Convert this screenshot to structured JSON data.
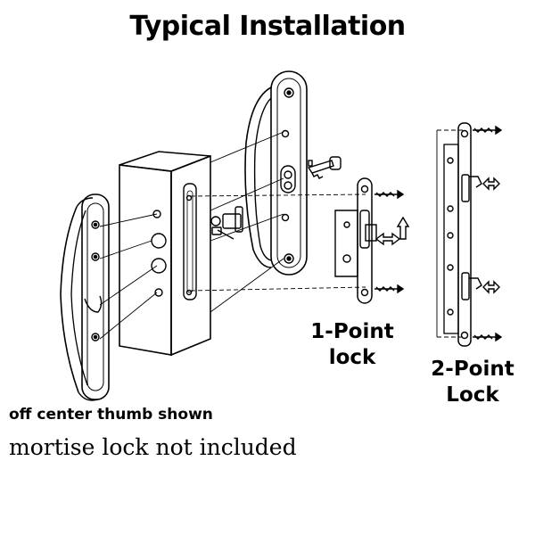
{
  "title": "Typical Installation",
  "labels": {
    "one_point_line1": "1-Point",
    "one_point_line2": "lock",
    "two_point_line1": "2-Point",
    "two_point_line2": "Lock"
  },
  "notes": {
    "thumb": "off center thumb shown",
    "mortise": "mortise lock not included"
  }
}
